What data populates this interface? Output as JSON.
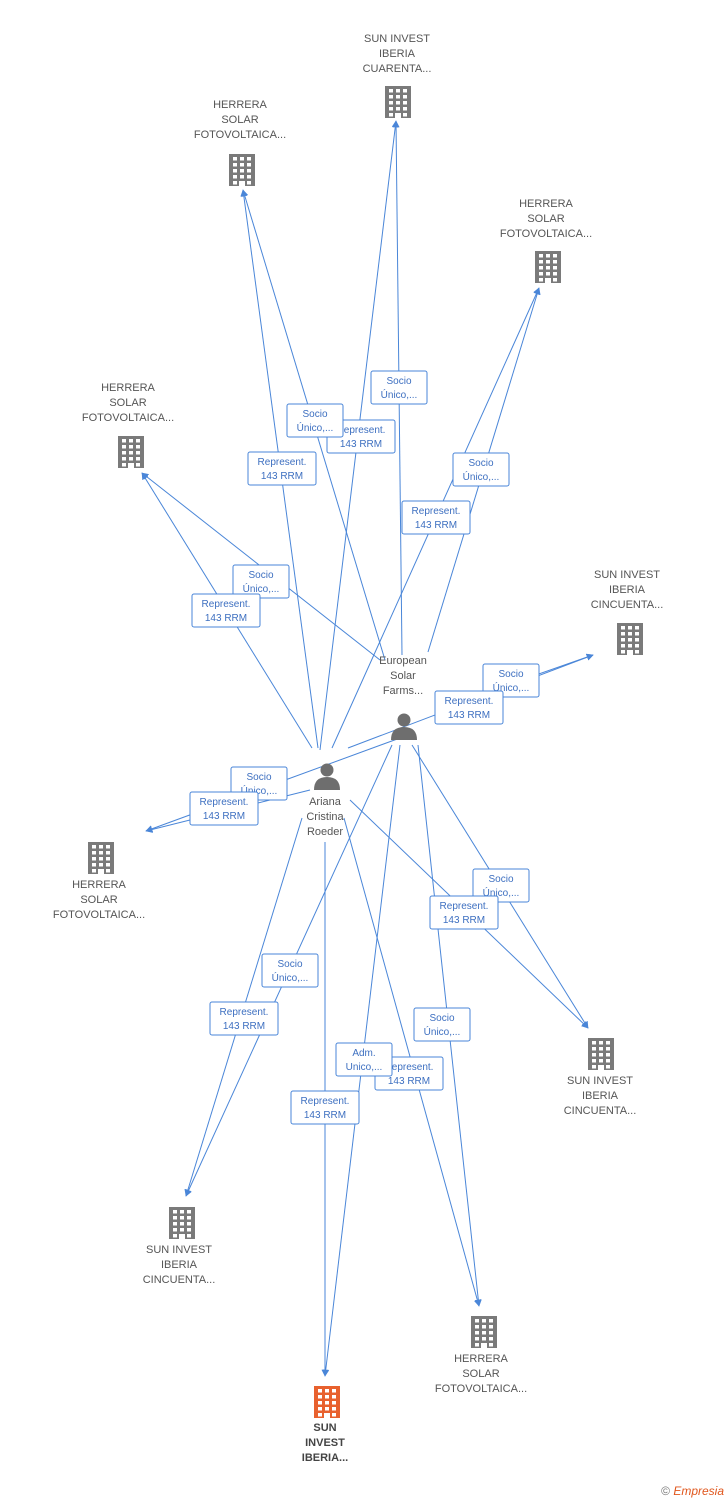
{
  "colors": {
    "edge": "#4a86d8",
    "company_icon": "#7a7a7a",
    "highlight_icon": "#e8612e",
    "person_icon": "#6e6e6e"
  },
  "nodes": [
    {
      "id": "c_cuarenta",
      "kind": "company",
      "icon": "building-icon",
      "lines": [
        "SUN INVEST",
        "IBERIA",
        "CUARENTA..."
      ]
    },
    {
      "id": "c_herrera_top",
      "kind": "company",
      "icon": "building-icon",
      "lines": [
        "HERRERA",
        "SOLAR",
        "FOTOVOLTAICA..."
      ]
    },
    {
      "id": "c_herrera_right",
      "kind": "company",
      "icon": "building-icon",
      "lines": [
        "HERRERA",
        "SOLAR",
        "FOTOVOLTAICA..."
      ]
    },
    {
      "id": "c_herrera_left",
      "kind": "company",
      "icon": "building-icon",
      "lines": [
        "HERRERA",
        "SOLAR",
        "FOTOVOLTAICA..."
      ]
    },
    {
      "id": "c_cincuenta_right",
      "kind": "company",
      "icon": "building-icon",
      "lines": [
        "SUN INVEST",
        "IBERIA",
        "CINCUENTA..."
      ]
    },
    {
      "id": "p_european",
      "kind": "person",
      "icon": "person-icon",
      "lines": [
        "European",
        "Solar",
        "Farms..."
      ]
    },
    {
      "id": "p_ariana",
      "kind": "person",
      "icon": "person-icon",
      "lines": [
        "Ariana",
        "Cristina",
        "Roeder"
      ]
    },
    {
      "id": "c_herrera_midleft",
      "kind": "company",
      "icon": "building-icon",
      "lines": [
        "HERRERA",
        "SOLAR",
        "FOTOVOLTAICA..."
      ]
    },
    {
      "id": "c_cincuenta_lowright",
      "kind": "company",
      "icon": "building-icon",
      "lines": [
        "SUN INVEST",
        "IBERIA",
        "CINCUENTA..."
      ]
    },
    {
      "id": "c_cincuenta_lowleft",
      "kind": "company",
      "icon": "building-icon",
      "lines": [
        "SUN INVEST",
        "IBERIA",
        "CINCUENTA..."
      ]
    },
    {
      "id": "c_herrera_bottom",
      "kind": "company",
      "icon": "building-icon",
      "lines": [
        "HERRERA",
        "SOLAR",
        "FOTOVOLTAICA..."
      ]
    },
    {
      "id": "c_main",
      "kind": "company",
      "icon": "building-icon",
      "highlight": true,
      "lines": [
        "SUN",
        "INVEST",
        "IBERIA..."
      ]
    }
  ],
  "edges": [
    {
      "from": "p_european",
      "to": "c_cuarenta",
      "label": [
        "Socio",
        "Único,..."
      ]
    },
    {
      "from": "p_ariana",
      "to": "c_cuarenta",
      "label": [
        "Represent.",
        "143 RRM"
      ]
    },
    {
      "from": "p_european",
      "to": "c_herrera_top",
      "label": [
        "Socio",
        "Único,..."
      ]
    },
    {
      "from": "p_ariana",
      "to": "c_herrera_top",
      "label": [
        "Represent.",
        "143 RRM"
      ]
    },
    {
      "from": "p_european",
      "to": "c_herrera_right",
      "label": [
        "Socio",
        "Único,..."
      ]
    },
    {
      "from": "p_ariana",
      "to": "c_herrera_right",
      "label": [
        "Represent.",
        "143 RRM"
      ]
    },
    {
      "from": "p_european",
      "to": "c_herrera_left",
      "label": [
        "Socio",
        "Único,..."
      ]
    },
    {
      "from": "p_ariana",
      "to": "c_herrera_left",
      "label": [
        "Represent.",
        "143 RRM"
      ]
    },
    {
      "from": "p_european",
      "to": "c_cincuenta_right",
      "label": [
        "Socio",
        "Único,..."
      ]
    },
    {
      "from": "p_ariana",
      "to": "c_cincuenta_right",
      "label": [
        "Represent.",
        "143 RRM"
      ]
    },
    {
      "from": "p_european",
      "to": "c_herrera_midleft",
      "label": [
        "Socio",
        "Único,..."
      ]
    },
    {
      "from": "p_ariana",
      "to": "c_herrera_midleft",
      "label": [
        "Represent.",
        "143 RRM"
      ]
    },
    {
      "from": "p_european",
      "to": "c_cincuenta_lowright",
      "label": [
        "Socio",
        "Único,..."
      ]
    },
    {
      "from": "p_ariana",
      "to": "c_cincuenta_lowright",
      "label": [
        "Represent.",
        "143 RRM"
      ]
    },
    {
      "from": "p_european",
      "to": "c_cincuenta_lowleft",
      "label": [
        "Socio",
        "Único,..."
      ]
    },
    {
      "from": "p_ariana",
      "to": "c_cincuenta_lowleft",
      "label": [
        "Represent.",
        "143 RRM"
      ]
    },
    {
      "from": "p_european",
      "to": "c_herrera_bottom",
      "label": [
        "Socio",
        "Único,..."
      ]
    },
    {
      "from": "p_ariana",
      "to": "c_herrera_bottom",
      "label": [
        "Represent.",
        "143 RRM"
      ]
    },
    {
      "from": "p_european",
      "to": "c_main",
      "label": [
        "Adm.",
        "Unico,..."
      ]
    },
    {
      "from": "p_ariana",
      "to": "c_main",
      "label": [
        "Represent.",
        "143 RRM"
      ]
    }
  ],
  "footer": {
    "copyright": "©",
    "brand": "Empresia"
  }
}
